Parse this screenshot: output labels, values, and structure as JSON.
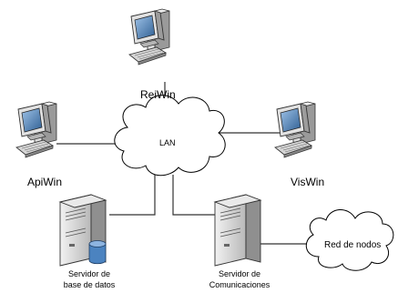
{
  "network": {
    "lan_label": "LAN",
    "red_label": "Red de nodos"
  },
  "computers": {
    "reiwin": "ReiWin",
    "apiwin": "ApiWin",
    "viswin": "VisWin"
  },
  "servers": {
    "db_line1": "Servidor de",
    "db_line2": "base de datos",
    "comm_line1": "Servidor de",
    "comm_line2": "Comunicaciones"
  },
  "colors": {
    "line": "#333333",
    "cloud_stroke": "#000000",
    "cloud_fill": "#ffffff",
    "device_body": "#d4d4d4",
    "device_shade": "#8c8c8c",
    "screen": "#4a7fb5",
    "db_icon": "#4b83c0"
  }
}
